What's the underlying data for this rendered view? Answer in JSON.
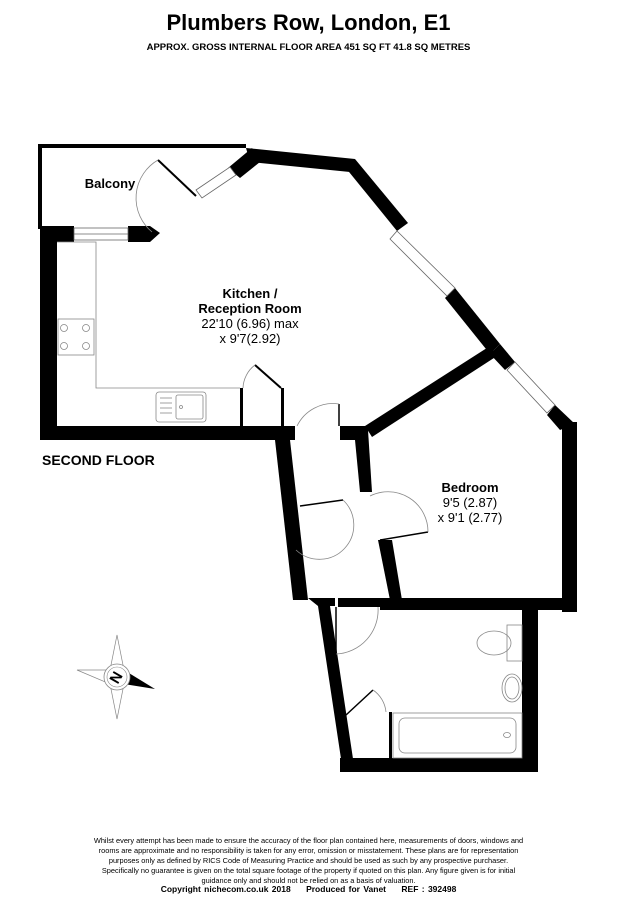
{
  "header": {
    "title": "Plumbers Row, London, E1",
    "subtitle": "APPROX. GROSS INTERNAL FLOOR AREA 451 SQ FT 41.8 SQ METRES"
  },
  "floor": {
    "label": "SECOND FLOOR"
  },
  "rooms": [
    {
      "name": "Balcony",
      "dims": []
    },
    {
      "name_line1": "Kitchen /",
      "name_line2": "Reception Room",
      "dims": [
        "22'10 (6.96) max",
        "x 9'7(2.92)"
      ]
    },
    {
      "name": "Bedroom",
      "dims": [
        "9'5 (2.87)",
        "x 9'1 (2.77)"
      ]
    }
  ],
  "compass": {
    "label": "N",
    "icon": "north-compass-icon"
  },
  "colors": {
    "wall": "#000000",
    "fixture_line": "#777777",
    "background": "#ffffff"
  },
  "footer": {
    "disclaimer": [
      "Whilst every attempt has been made to ensure the accuracy of the floor plan contained here, measurements of doors, windows and",
      "rooms are approximate and no responsibility is taken for any error, omission or misstatement. These plans are for representation",
      "purposes only as defined by RICS Code of Measuring Practice and should be used as such by any prospective purchaser.",
      "Specifically no guarantee is given on the total square footage of the property if quoted on this plan. Any figure given is for initial",
      "guidance only and should not be relied on as a basis of valuation."
    ],
    "copyright": "Copyright nichecom.co.uk 2018",
    "produced_for": "Produced for Vanet",
    "ref": "REF : 392498"
  }
}
